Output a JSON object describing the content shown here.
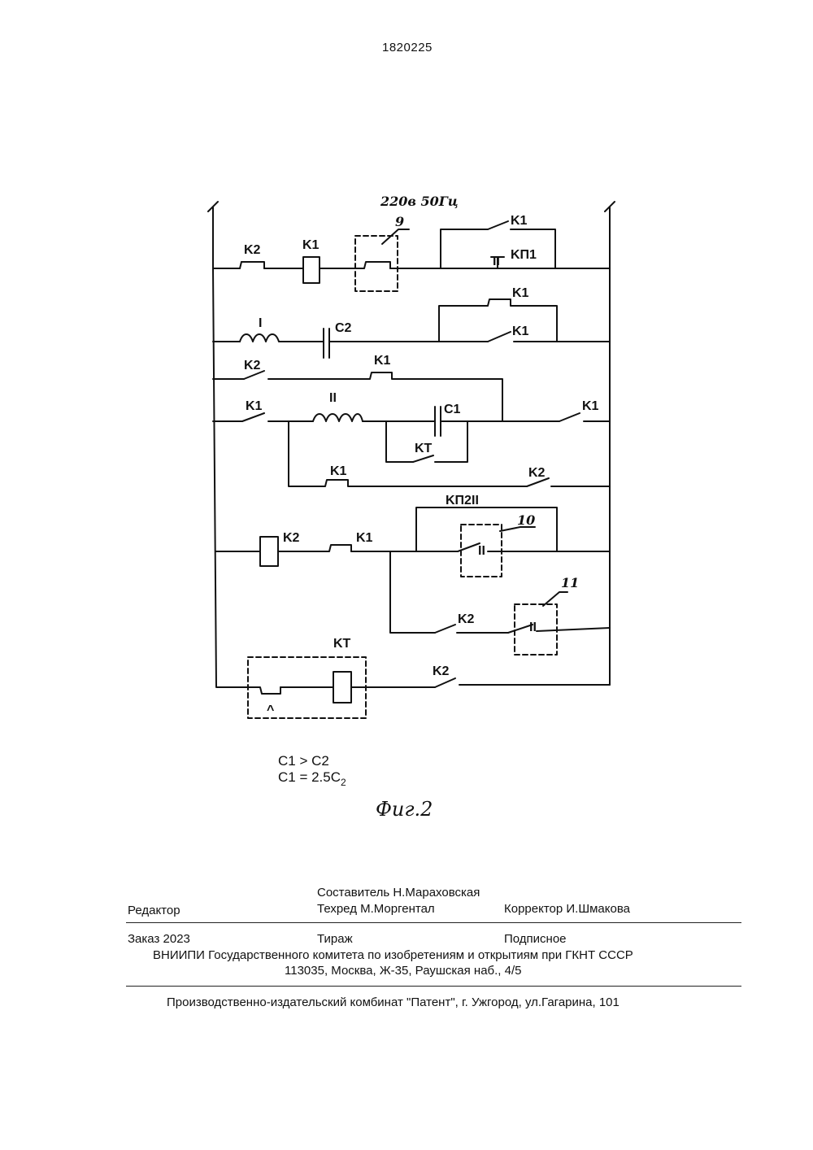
{
  "patent_number": "1820225",
  "supply_label": "220в 50Гц",
  "components": {
    "k2_contact_1": "K2",
    "k1_coil": "K1",
    "block_9": "9",
    "k1_contact_top": "K1",
    "kp1": "KП1",
    "kp1_mark": "II",
    "coil_I": "I",
    "c2": "C2",
    "k1_contact_2a": "K1",
    "k1_contact_2b": "K1",
    "k2_contact_3": "K2",
    "k1_contact_3": "K1",
    "k1_contact_4": "K1",
    "coil_II": "II",
    "c1": "C1",
    "kt_contact": "KT",
    "k1_contact_4r": "K1",
    "k1_contact_5": "K1",
    "k2_contact_5": "K2",
    "kp2": "KП2",
    "kp2_mark": "II",
    "k2_coil": "K2",
    "k1_contact_6": "K1",
    "block_10": "10",
    "block_10_mark": "II",
    "block_11": "11",
    "block_11_mark": "II",
    "k2_contact_7": "K2",
    "kt_relay": "KT",
    "kt_mark": "^",
    "k2_contact_8": "K2"
  },
  "conditions": {
    "line1": "C1 > C2",
    "line2_prefix": "C1 = 2.5C",
    "line2_sub": "2"
  },
  "figure_caption": "Фиг.2",
  "footer": {
    "compiler": "Составитель  Н.Мараховская",
    "editor": "Редактор",
    "tech_editor": "Техред М.Моргентал",
    "corrector": "Корректор  И.Шмакова",
    "order": "Заказ  2023",
    "circulation": "Тираж",
    "subscription": "Подписное",
    "org": "ВНИИПИ Государственного комитета по изобретениям и открытиям при ГКНТ СССР",
    "address": "113035, Москва, Ж-35, Раушская наб., 4/5",
    "printer": "Производственно-издательский комбинат \"Патент\", г. Ужгород, ул.Гагарина, 101"
  }
}
